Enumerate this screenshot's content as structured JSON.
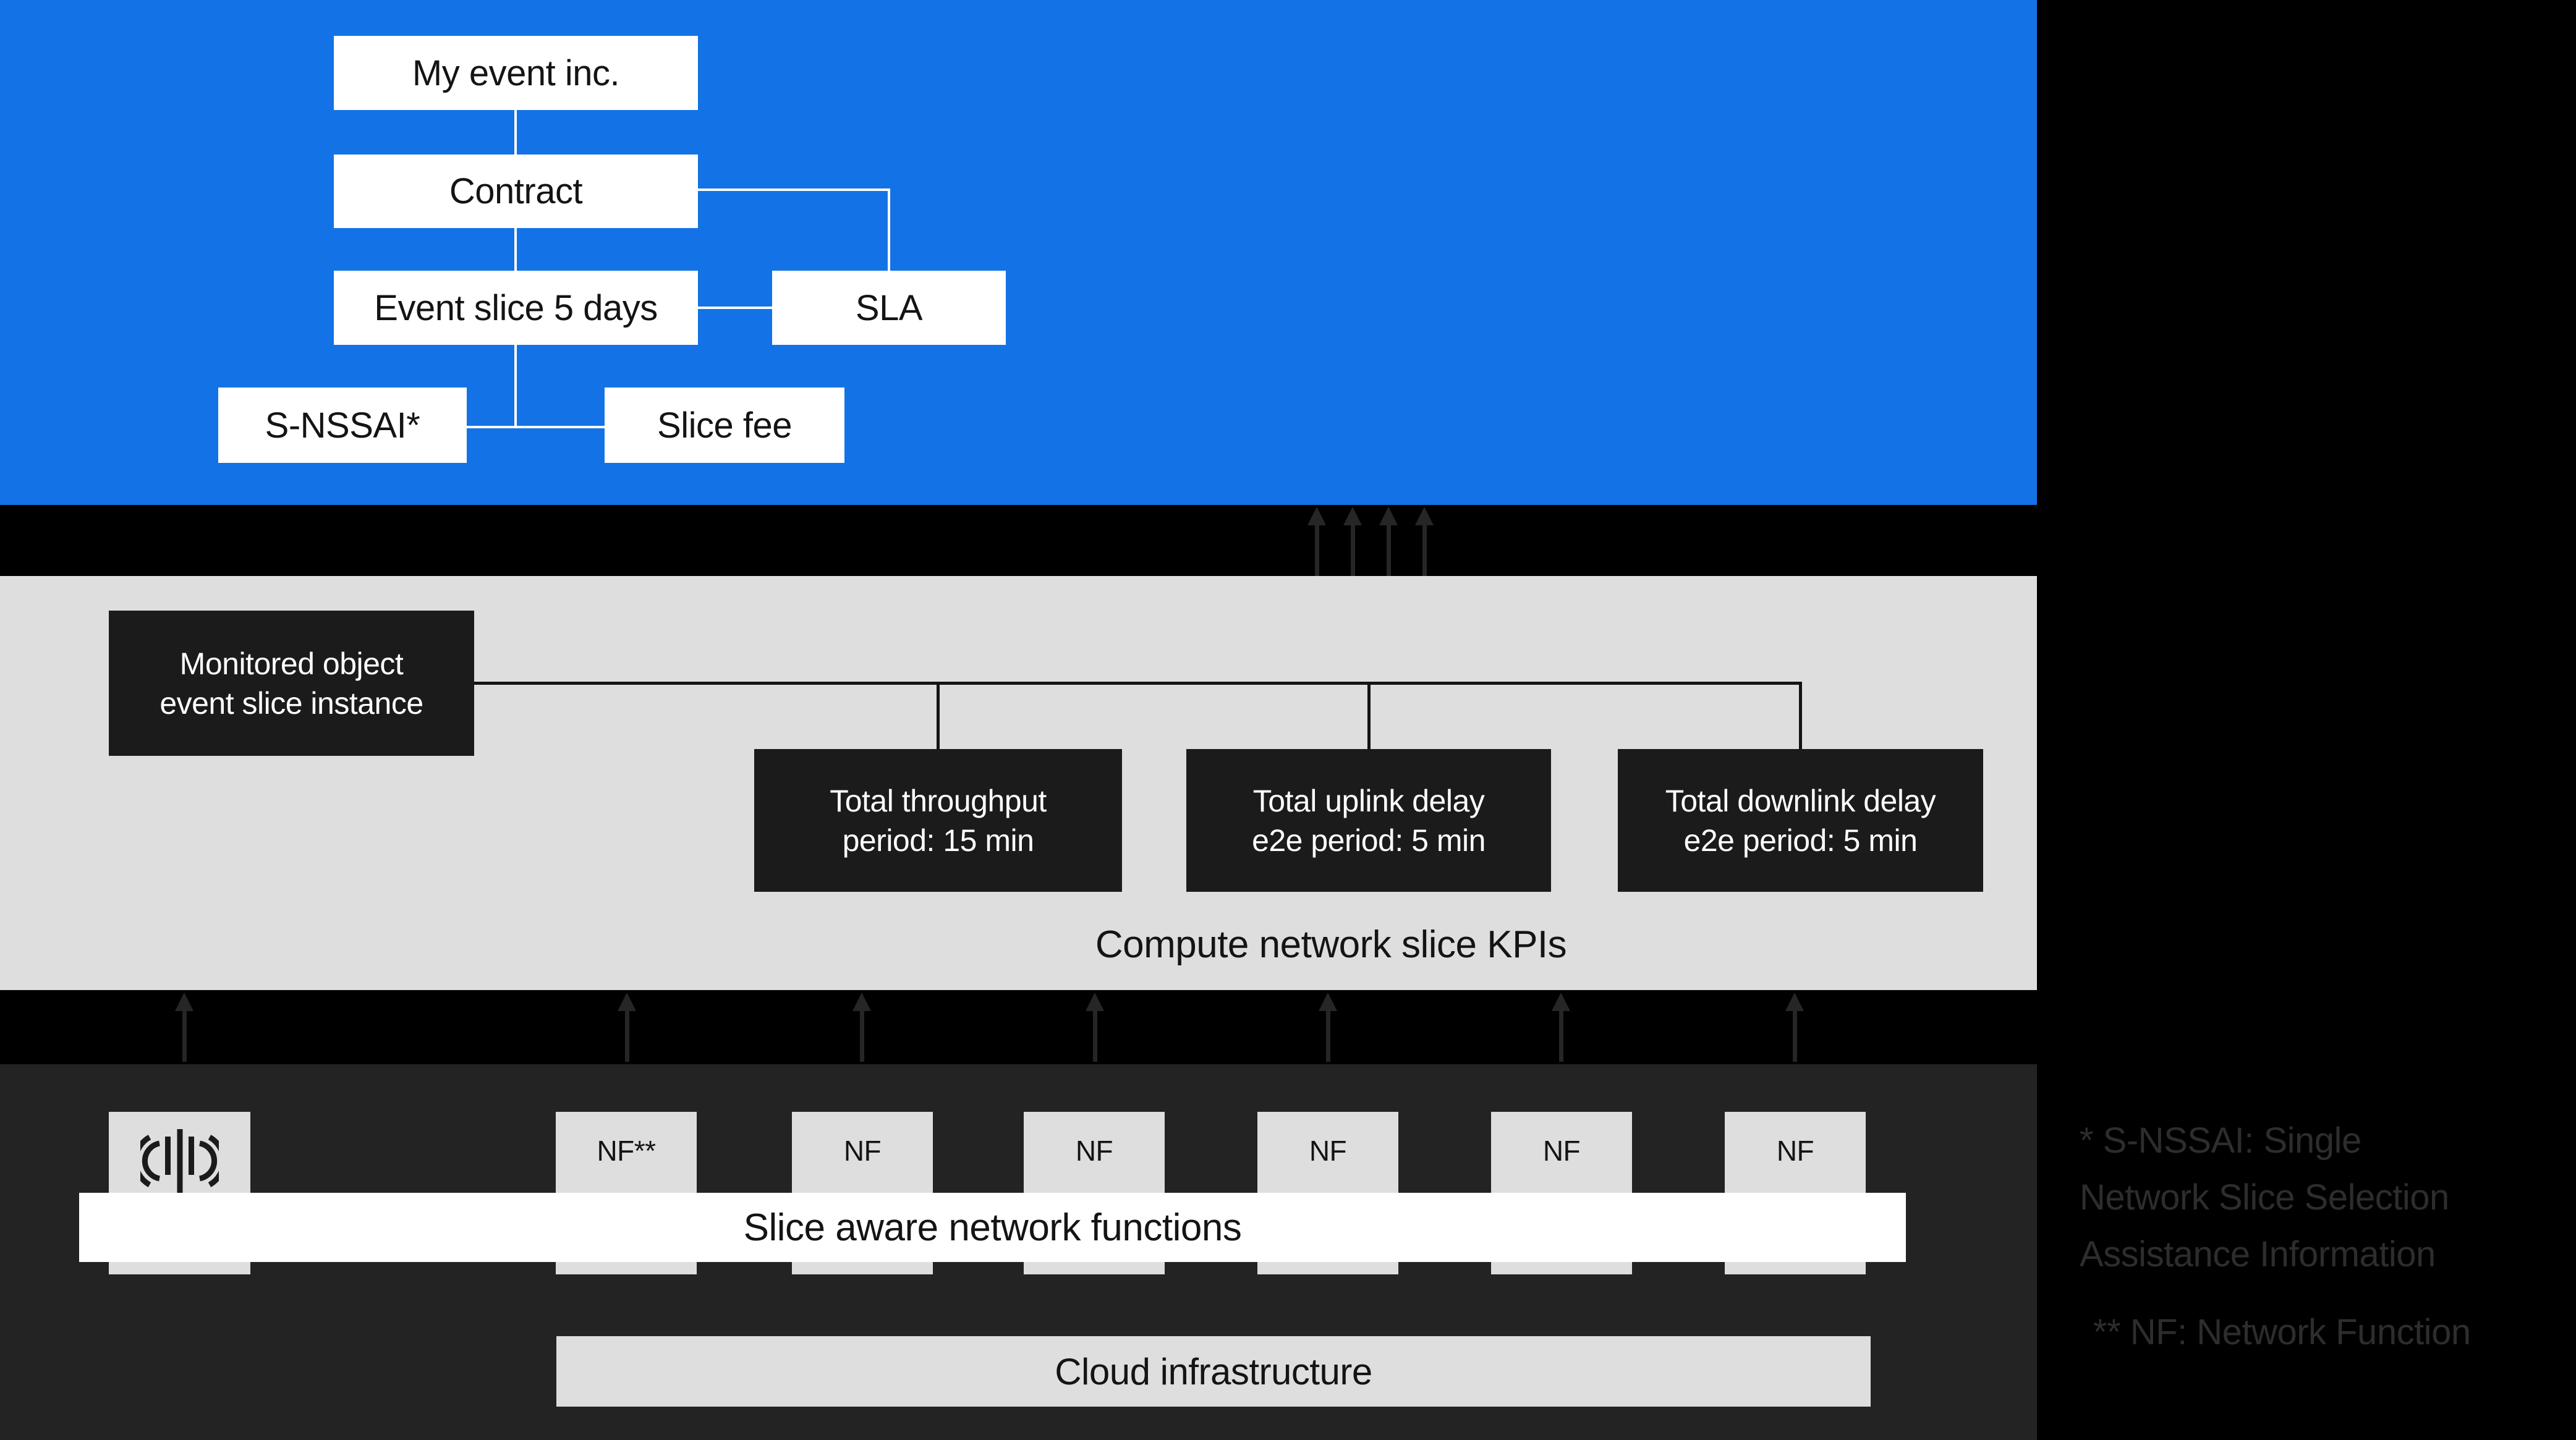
{
  "colors": {
    "blue": "#1373e6",
    "panelGray": "#dedede",
    "charcoal": "#232323",
    "boxDark": "#1b1b1b",
    "white": "#ffffff",
    "black": "#000000",
    "lineDark": "#141414",
    "textDark": "#141414",
    "arrow": "#262626",
    "footnote": "#2d2d2d"
  },
  "business": {
    "my_event": "My event inc.",
    "contract": "Contract",
    "event_slice": "Event slice 5 days",
    "sla": "SLA",
    "s_nssai": "S-NSSAI*",
    "slice_fee": "Slice fee"
  },
  "kpi": {
    "monitored": {
      "line1": "Monitored object",
      "line2": "event slice instance"
    },
    "boxes": [
      {
        "line1": "Total throughput",
        "line2": "period: 15 min"
      },
      {
        "line1": "Total uplink delay",
        "line2": "e2e period: 5 min"
      },
      {
        "line1": "Total downlink delay",
        "line2": "e2e period: 5 min"
      }
    ],
    "caption": "Compute network slice KPIs"
  },
  "network": {
    "nf": [
      "NF**",
      "NF",
      "NF",
      "NF",
      "NF",
      "NF"
    ],
    "bar": "Slice aware network functions",
    "cloud": "Cloud infrastructure"
  },
  "footnotes": {
    "snssai_lines": [
      "* S-NSSAI: Single",
      "Network Slice Selection",
      "Assistance Information"
    ],
    "nf_line": "** NF: Network Function"
  }
}
